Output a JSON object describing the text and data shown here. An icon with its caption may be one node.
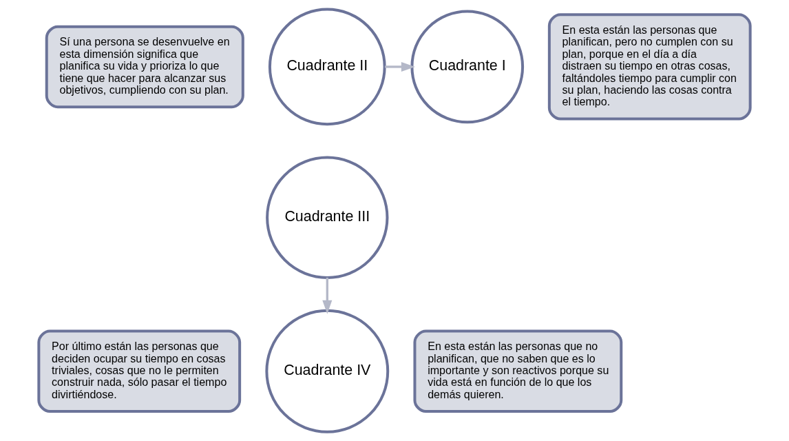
{
  "diagram": {
    "nodes": [
      {
        "text": [
          "Sí una persona se desenvuelve en esta dimensión significa que planifica su vida y prioriza lo que tiene que hacer para alcanzar sus objetivos, cumpliendo con su plan."
        ]
      },
      {
        "text": [
          "En esta están las personas que planifican, pero no cumplen con su plan, porque en el día a día distraen su tiempo en otras cosas, faltándoles tiempo para cumplir con su plan, haciendo las cosas contra el tiempo."
        ]
      },
      {
        "text": [
          "Cuadrante II"
        ]
      },
      {
        "text": [
          "Cuadrante I"
        ]
      },
      {
        "text": [
          "Cuadrante IV"
        ]
      },
      {
        "text": [
          "Cuadrante III"
        ]
      },
      {
        "text": [
          "Por último están las personas que deciden ocupar su tiempo en cosas triviales, cosas que no le permiten construir nada, sólo pasar el tiempo divirtiéndose."
        ]
      },
      {
        "text": [
          "En esta están las personas que no planifican, que no saben que es lo importante y son reactivos porque su vida está en función de lo que los demás quieren."
        ]
      }
    ],
    "edges": [
      {
        "from": 2,
        "to": 3,
        "arrow": "to"
      },
      {
        "from": 5,
        "to": 4,
        "arrow": "to"
      }
    ]
  }
}
